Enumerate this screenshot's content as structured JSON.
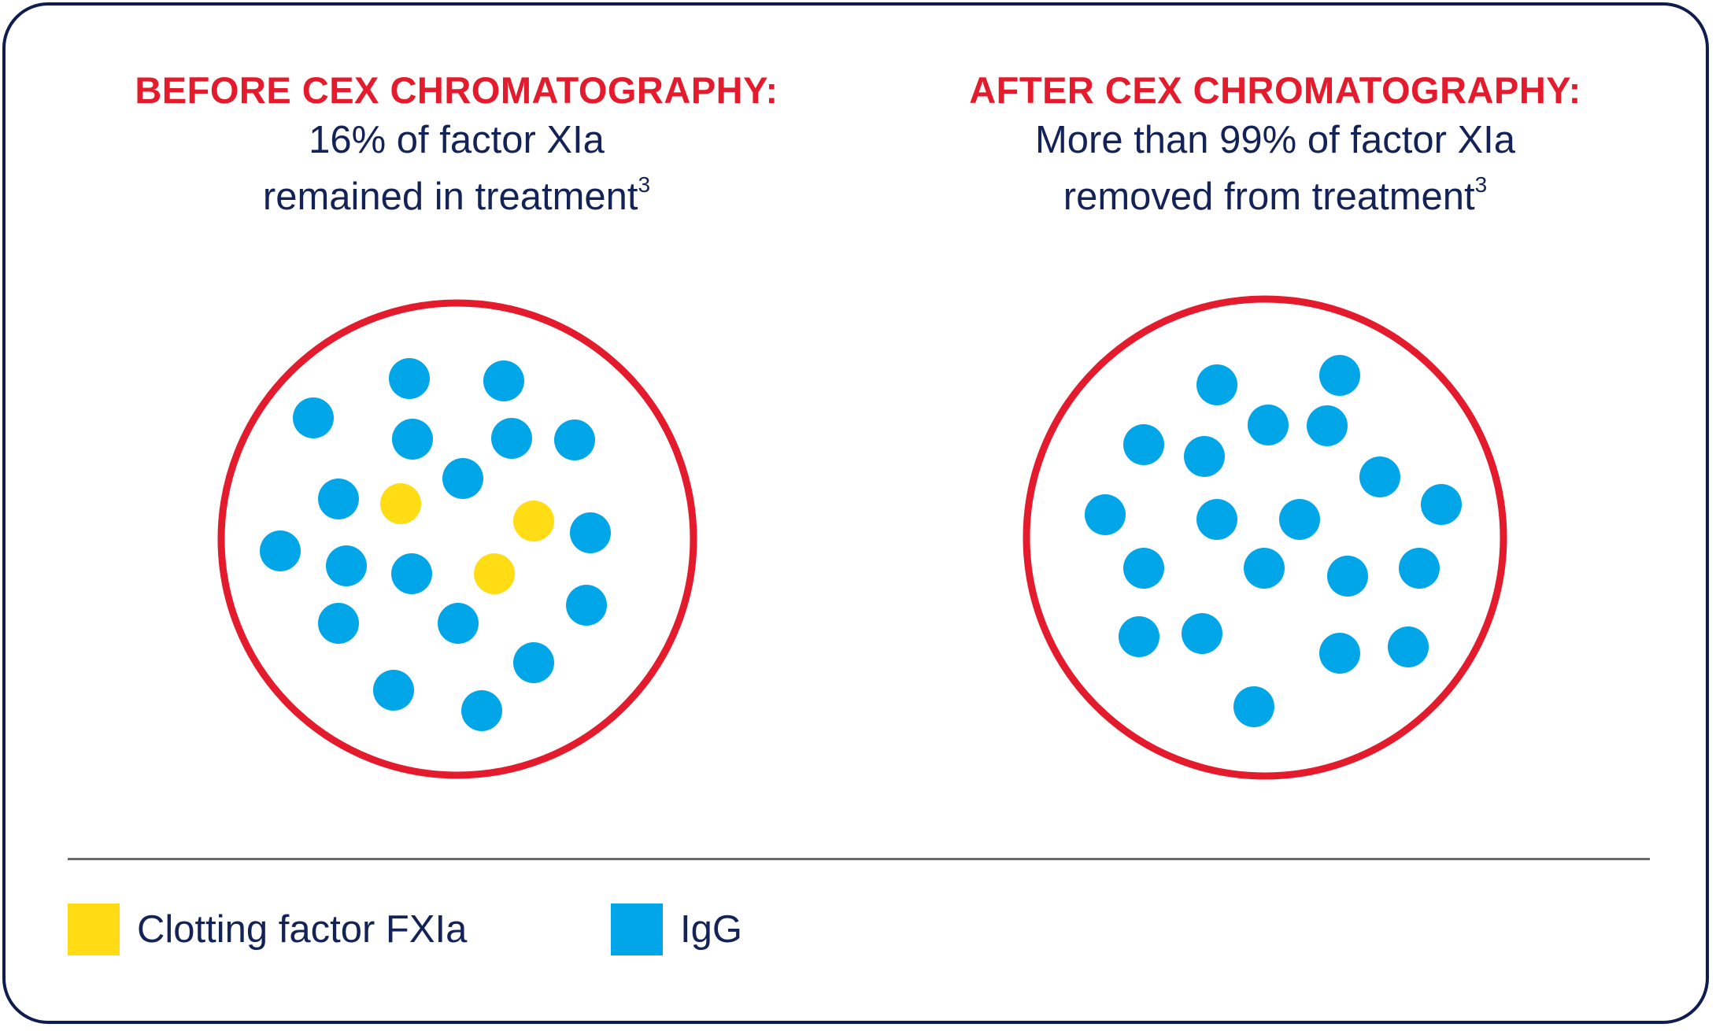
{
  "colors": {
    "frame": "#0e1c4f",
    "ring": "#e31b2c",
    "heading": "#e31b2c",
    "text": "#142357",
    "igg": "#00a6e8",
    "fxia": "#ffdc14",
    "divider": "#6b6b6b"
  },
  "before": {
    "heading": "BEFORE CEX CHROMATOGRAPHY:",
    "line1": "16% of factor XIa",
    "line2": "remained in treatment",
    "sup": "3"
  },
  "after": {
    "heading": "AFTER CEX CHROMATOGRAPHY:",
    "line1": "More than 99% of factor XIa",
    "line2": "removed from treatment",
    "sup": "3"
  },
  "legend": {
    "fxia_label": "Clotting factor FXIa",
    "igg_label": "IgG"
  }
}
